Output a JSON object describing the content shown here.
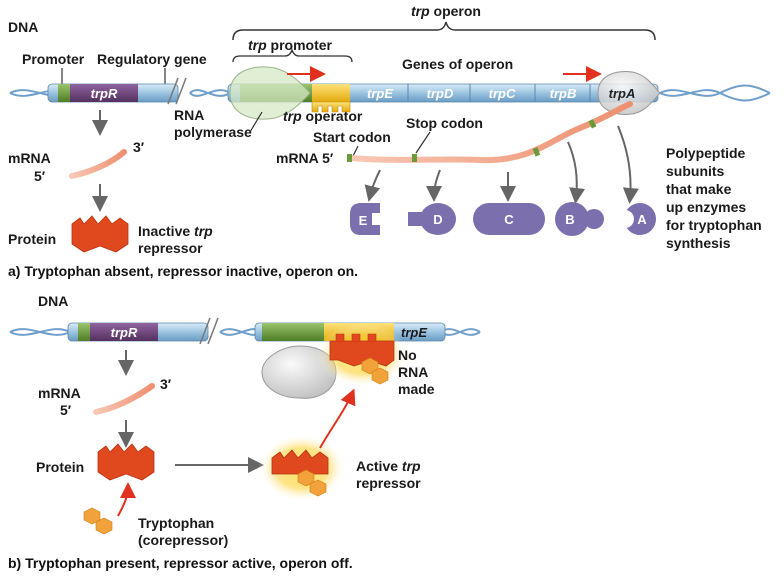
{
  "colors": {
    "dna_blue": "#9cc4e0",
    "regulatory_purple": "#6b3f7a",
    "promoter_green": "#6a9a3a",
    "operator_yellow": "#f3c31e",
    "repressor_orange": "#e0481e",
    "polypeptide_purple": "#7b6fae",
    "mrna_pink": "#f2a58a",
    "tryptophan_orange": "#f2a23a",
    "arrow_red": "#e0301e"
  },
  "icons": {
    "rna_polymerase": "rna-polymerase-icon",
    "repressor": "trp-repressor-icon",
    "polypeptide": "polypeptide-icon",
    "tryptophan": "tryptophan-icon"
  },
  "panel_a": {
    "dna_label": "DNA",
    "operon_label_italic": "trp",
    "operon_label_rest": " operon",
    "promoter_label": "Promoter",
    "regulatory_gene_label": "Regulatory gene",
    "trp_promoter_italic": "trp",
    "trp_promoter_rest": " promoter",
    "genes_of_operon_label": "Genes of operon",
    "genes": [
      "trpR",
      "trpE",
      "trpD",
      "trpC",
      "trpB",
      "trpA"
    ],
    "rna_polymerase_line1": "RNA",
    "rna_polymerase_line2": "polymerase",
    "trp_operator_italic": "trp",
    "trp_operator_rest": " operator",
    "start_codon_label": "Start codon",
    "stop_codon_label": "Stop codon",
    "mrna_label_left": "mRNA",
    "five_prime_left": "5′",
    "three_prime": "3′",
    "mrna_label_right": "mRNA 5′",
    "protein_label": "Protein",
    "inactive_line1_text": "Inactive ",
    "inactive_line1_italic": "trp",
    "inactive_line2": "repressor",
    "polypeptide_letters": [
      "E",
      "D",
      "C",
      "B",
      "A"
    ],
    "polypeptide_text": [
      "Polypeptide",
      "subunits",
      "that make",
      "up enzymes",
      "for tryptophan",
      "synthesis"
    ],
    "caption": "a)  Tryptophan absent, repressor inactive, operon on."
  },
  "panel_b": {
    "dna_label": "DNA",
    "genes": [
      "trpR",
      "trpE"
    ],
    "no_rna_text": [
      "No",
      "RNA",
      "made"
    ],
    "mrna_label": "mRNA",
    "five_prime": "5′",
    "three_prime": "3′",
    "protein_label": "Protein",
    "active_line1_text": "Active ",
    "active_line1_italic": "trp",
    "active_line2": "repressor",
    "tryptophan_line1": "Tryptophan",
    "tryptophan_line2": "(corepressor)",
    "caption": "b)  Tryptophan present, repressor active, operon off."
  }
}
